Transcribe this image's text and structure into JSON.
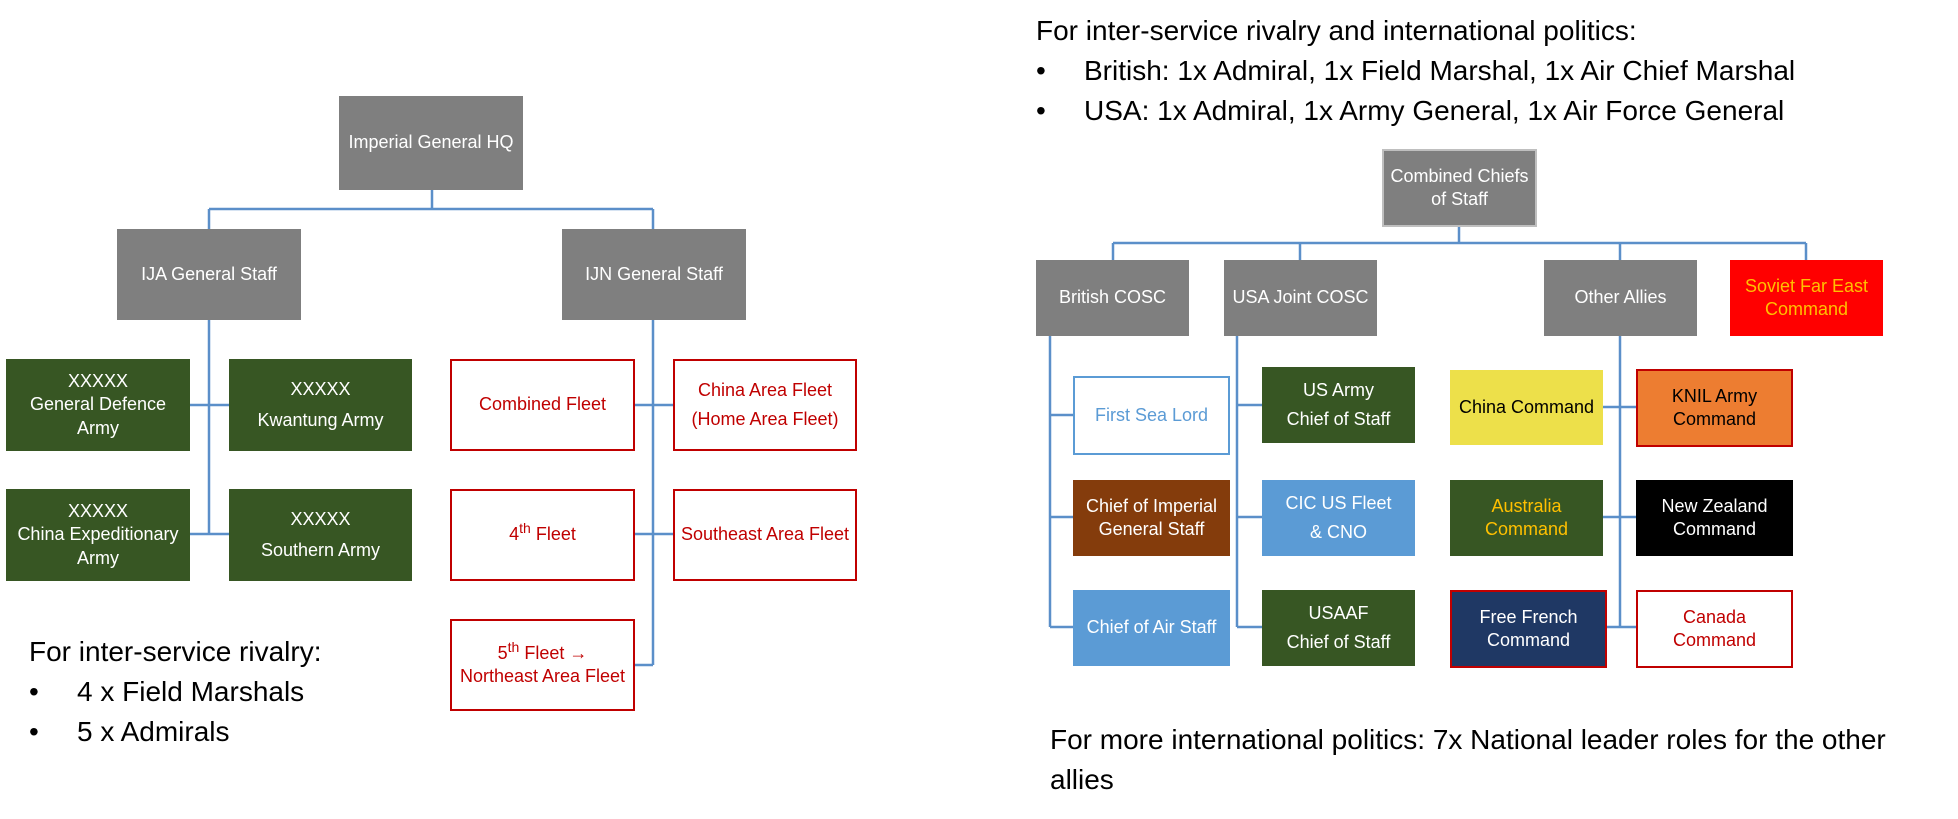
{
  "colors": {
    "connector": "#5b8fc9",
    "grey": "#7f7f7f",
    "army_green": "#375623",
    "navy_red": "#c00000",
    "light_blue": "#5b9bd5",
    "brown": "#843c0c",
    "yellow": "#ede04a",
    "orange": "#ed7d31",
    "black": "#000000",
    "dark_navy": "#1f3864",
    "bright_red": "#ff0000",
    "gold_text": "#ffc000"
  },
  "japan": {
    "hq": "Imperial General HQ",
    "ija": "IJA General Staff",
    "ijn": "IJN General Staff",
    "armies": [
      {
        "lines": [
          "XXXXX",
          "General Defence",
          "Army"
        ]
      },
      {
        "lines": [
          "XXXXX",
          "Kwantung Army"
        ]
      },
      {
        "lines": [
          "XXXXX",
          "China Expeditionary",
          "Army"
        ]
      },
      {
        "lines": [
          "XXXXX",
          "Southern Army"
        ]
      }
    ],
    "fleets": {
      "combined": "Combined Fleet",
      "china_line1": "China Area Fleet",
      "china_line2": "(Home Area Fleet)",
      "fourth_num": "4",
      "fourth_sup": "th",
      "fourth_rest": " Fleet",
      "southeast": "Southeast Area Fleet",
      "fifth_num": "5",
      "fifth_sup": "th",
      "fifth_rest": " Fleet →",
      "fifth_line2": "Northeast Area Fleet"
    },
    "note": {
      "heading": "For inter-service rivalry:",
      "items": [
        "4 x Field Marshals",
        "5 x Admirals"
      ]
    }
  },
  "allies": {
    "note_top": {
      "heading": "For inter-service rivalry and international politics:",
      "items": [
        "British: 1x Admiral, 1x Field Marshal, 1x Air Chief Marshal",
        "USA: 1x Admiral, 1x Army General, 1x Air Force General"
      ]
    },
    "ccs": [
      "Combined Chiefs",
      "of Staff"
    ],
    "british_cosc": "British COSC",
    "usa_cosc": "USA Joint COSC",
    "other_allies": "Other Allies",
    "soviet": [
      "Soviet Far East",
      "Command"
    ],
    "british": {
      "sea_lord": "First Sea Lord",
      "imperial": [
        "Chief of Imperial",
        "General Staff"
      ],
      "air": "Chief of Air Staff"
    },
    "usa": {
      "army": [
        "US Army",
        "Chief of Staff"
      ],
      "fleet": [
        "CIC US Fleet",
        "& CNO"
      ],
      "usaaf": [
        "USAAF",
        "Chief of Staff"
      ]
    },
    "others": {
      "china": "China Command",
      "knil": [
        "KNIL Army",
        "Command"
      ],
      "australia": [
        "Australia",
        "Command"
      ],
      "new_zealand": [
        "New Zealand",
        "Command"
      ],
      "free_french": [
        "Free French",
        "Command"
      ],
      "canada": [
        "Canada",
        "Command"
      ]
    },
    "note_bottom": "For more international politics: 7x National leader roles for the other allies"
  }
}
